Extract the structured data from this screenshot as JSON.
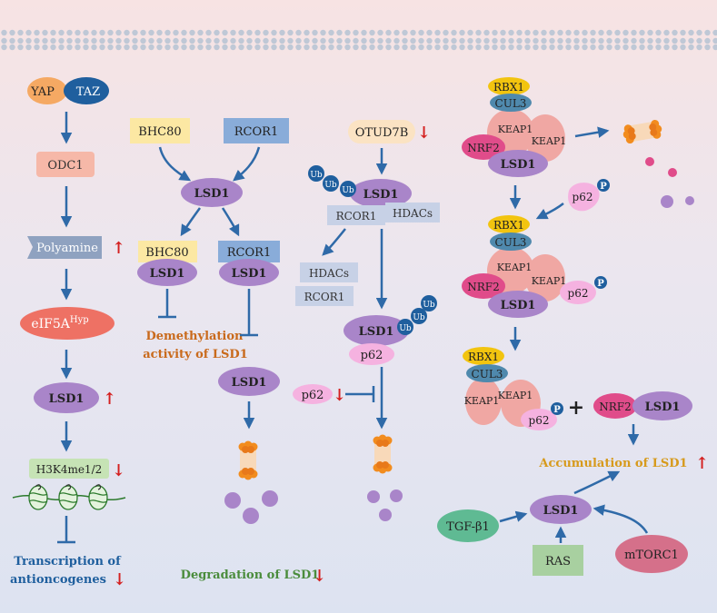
{
  "colors": {
    "arrow": "#2f6aa8",
    "up_down": "#d42020",
    "lsd1": "#a985c9",
    "degradation": "#c96a1c",
    "proteasome": "#f28c1e",
    "ub": "#1f5f9e",
    "p62": "#f5b2e0",
    "nrf2": "#e04c8a",
    "rbx1": "#f2c40f",
    "cul3": "#4f89ad",
    "keap1": "#f0a7a3",
    "bhc80": "#fce8a3",
    "rcor1": "#89acd9",
    "hdacs": "#c7d1e6",
    "yap": "#f5a963",
    "taz": "#1f5f9e",
    "odc1": "#f6b8a8",
    "polyamine": "#8fa2c0",
    "eif5a": "#ee7164",
    "h3k4": "#c6e3b5",
    "tgfb1": "#5fba93",
    "ras": "#a8d0a0",
    "mtorc1": "#d5708a",
    "text_blue": "#1f5f9e",
    "text_orange": "#c96a1c",
    "text_green": "#4a8c3c",
    "text_gold": "#d79a1c"
  },
  "left": {
    "yap": "YAP",
    "taz": "TAZ",
    "odc1": "ODC1",
    "polyamine": "Polyamine",
    "eif5a": "eIF5A",
    "eif5a_sup": "Hyp",
    "lsd1": "LSD1",
    "h3k4": "H3K4me1/2",
    "result_line1": "Transcription of",
    "result_line2": "antioncogenes"
  },
  "middle_left": {
    "bhc80": "BHC80",
    "rcor1": "RCOR1",
    "lsd1": "LSD1",
    "bhc80_complex": "BHC80",
    "rcor1_complex": "RCOR1",
    "lsd1_a": "LSD1",
    "lsd1_b": "LSD1",
    "lsd1_c": "LSD1",
    "demeth_line1": "Demethylation",
    "demeth_line2": "activity of LSD1",
    "degradation": "Degradation of LSD1"
  },
  "middle_right": {
    "otud7b": "OTUD7B",
    "ub": "Ub",
    "lsd1": "LSD1",
    "rcor1": "RCOR1",
    "hdacs": "HDACs",
    "hdacs_2": "HDACs",
    "rcor1_2": "RCOR1",
    "lsd1_2": "LSD1",
    "p62": "p62",
    "p62_inhib": "p62"
  },
  "right": {
    "rbx1": "RBX1",
    "cul3": "CUL3",
    "keap1": "KEAP1",
    "nrf2": "NRF2",
    "lsd1": "LSD1",
    "p62": "p62",
    "p": "P",
    "plus": "+",
    "accumulation": "Accumulation of LSD1",
    "tgfb1": "TGF-β1",
    "ras": "RAS",
    "mtorc1": "mTORC1"
  }
}
